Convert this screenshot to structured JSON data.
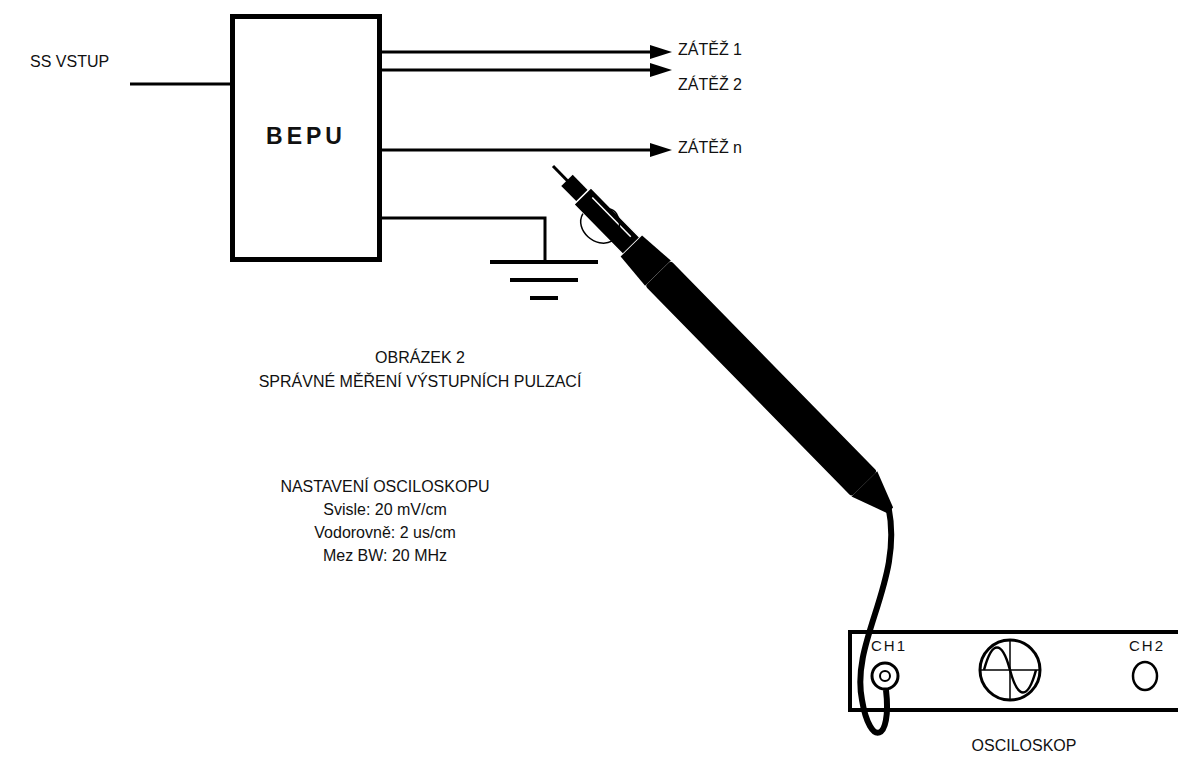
{
  "diagram": {
    "nodes": [
      {
        "text": [
          "BEPU"
        ]
      },
      {
        "text": [
          "CH1",
          "CH2",
          "OSCILOSKOP"
        ]
      }
    ],
    "labels": [
      "SS VSTUP",
      "ZÁTĚŽ 1",
      "ZÁTĚŽ 2",
      "ZÁTĚŽ n",
      "OBRÁZEK 2",
      "SPRÁVNÉ MĚŘENÍ VÝSTUPNÍCH PULZACÍ",
      "NASTAVENÍ OSCILOSKOPU",
      "Svisle: 20 mV/cm",
      "Vodorovně: 2 us/cm",
      "Mez BW: 20 MHz"
    ]
  }
}
